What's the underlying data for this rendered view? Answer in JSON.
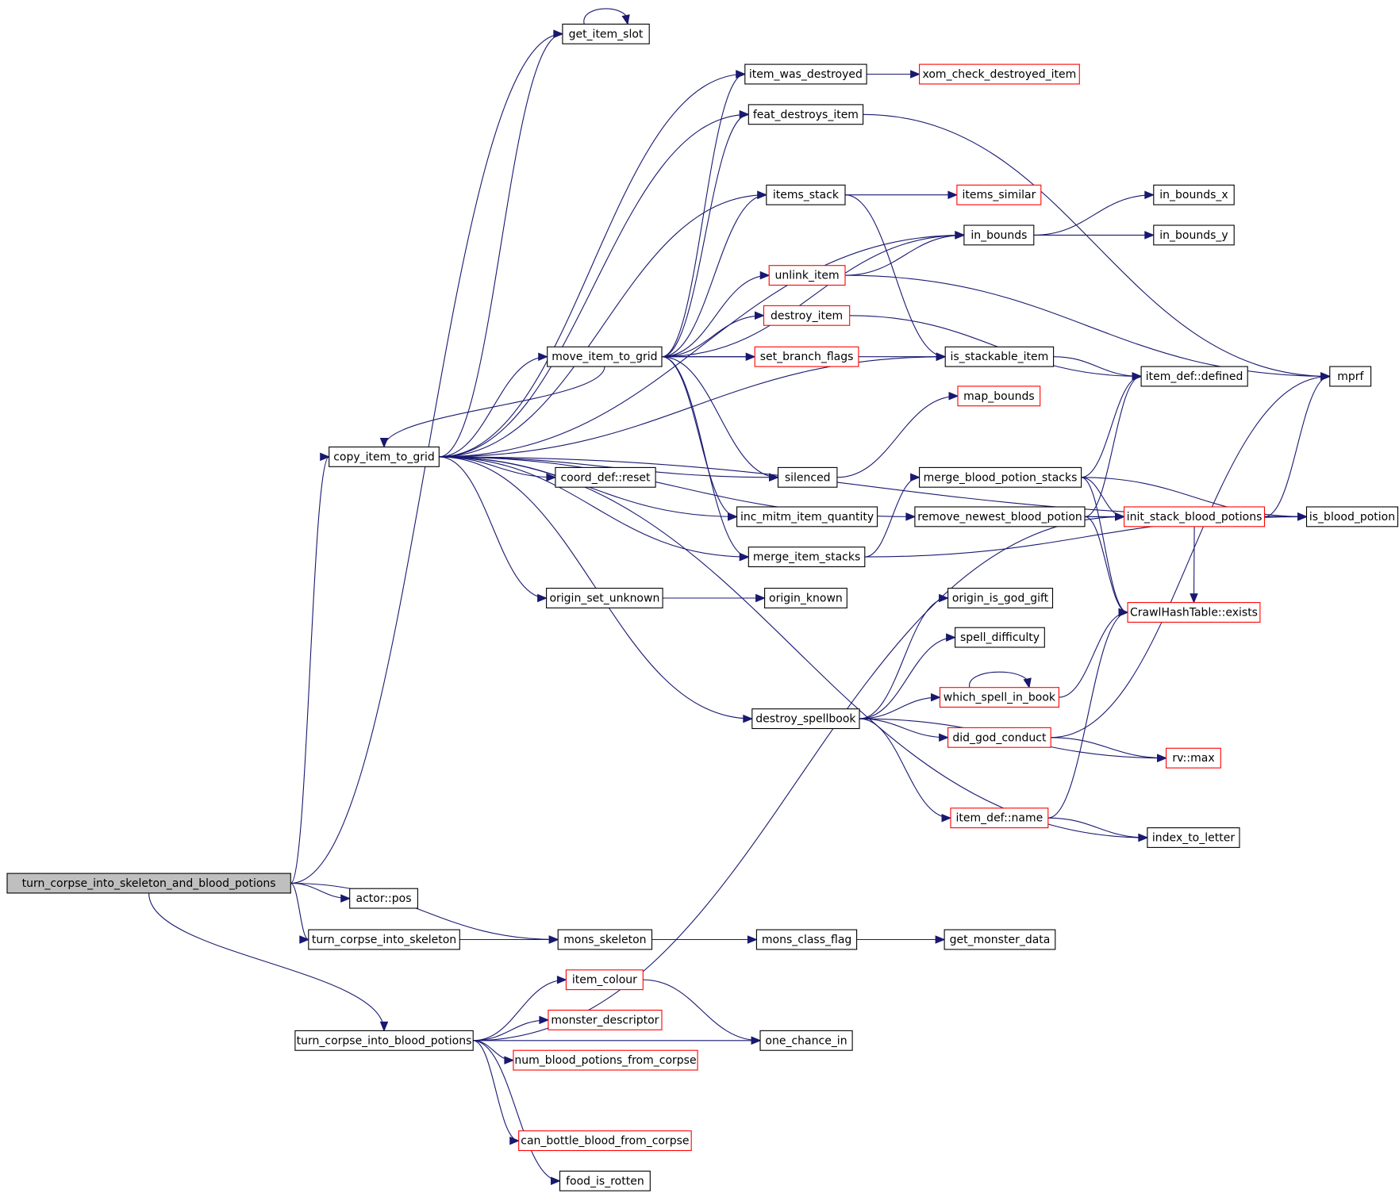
{
  "diagram": {
    "type": "call-graph",
    "colors": {
      "edge": "#191970",
      "node_border": "#000000",
      "node_border_truncated": "#ff0000",
      "root_fill": "#bfbfbf",
      "node_fill": "#ffffff"
    },
    "nodes": [
      {
        "id": "root",
        "label": "turn_corpse_into_skeleton_and_blood_potions",
        "style": "root"
      },
      {
        "id": "get_item_slot",
        "label": "get_item_slot",
        "style": "normal"
      },
      {
        "id": "item_was_destroyed",
        "label": "item_was_destroyed",
        "style": "normal"
      },
      {
        "id": "xom_check_destroyed_item",
        "label": "xom_check_destroyed_item",
        "style": "truncated"
      },
      {
        "id": "feat_destroys_item",
        "label": "feat_destroys_item",
        "style": "normal"
      },
      {
        "id": "items_stack",
        "label": "items_stack",
        "style": "normal"
      },
      {
        "id": "items_similar",
        "label": "items_similar",
        "style": "truncated"
      },
      {
        "id": "in_bounds_x",
        "label": "in_bounds_x",
        "style": "normal"
      },
      {
        "id": "in_bounds",
        "label": "in_bounds",
        "style": "normal"
      },
      {
        "id": "in_bounds_y",
        "label": "in_bounds_y",
        "style": "normal"
      },
      {
        "id": "unlink_item",
        "label": "unlink_item",
        "style": "truncated"
      },
      {
        "id": "destroy_item",
        "label": "destroy_item",
        "style": "truncated"
      },
      {
        "id": "move_item_to_grid",
        "label": "move_item_to_grid",
        "style": "normal"
      },
      {
        "id": "set_branch_flags",
        "label": "set_branch_flags",
        "style": "truncated"
      },
      {
        "id": "is_stackable_item",
        "label": "is_stackable_item",
        "style": "normal"
      },
      {
        "id": "item_def_defined",
        "label": "item_def::defined",
        "style": "normal"
      },
      {
        "id": "mprf",
        "label": "mprf",
        "style": "normal"
      },
      {
        "id": "map_bounds",
        "label": "map_bounds",
        "style": "truncated"
      },
      {
        "id": "copy_item_to_grid",
        "label": "copy_item_to_grid",
        "style": "normal"
      },
      {
        "id": "coord_def_reset",
        "label": "coord_def::reset",
        "style": "normal"
      },
      {
        "id": "silenced",
        "label": "silenced",
        "style": "normal"
      },
      {
        "id": "merge_blood_potion_stacks",
        "label": "merge_blood_potion_stacks",
        "style": "normal"
      },
      {
        "id": "inc_mitm_item_quantity",
        "label": "inc_mitm_item_quantity",
        "style": "normal"
      },
      {
        "id": "remove_newest_blood_potion",
        "label": "remove_newest_blood_potion",
        "style": "normal"
      },
      {
        "id": "init_stack_blood_potions",
        "label": "init_stack_blood_potions",
        "style": "truncated"
      },
      {
        "id": "is_blood_potion",
        "label": "is_blood_potion",
        "style": "normal"
      },
      {
        "id": "merge_item_stacks",
        "label": "merge_item_stacks",
        "style": "normal"
      },
      {
        "id": "origin_set_unknown",
        "label": "origin_set_unknown",
        "style": "normal"
      },
      {
        "id": "origin_known",
        "label": "origin_known",
        "style": "normal"
      },
      {
        "id": "origin_is_god_gift",
        "label": "origin_is_god_gift",
        "style": "normal"
      },
      {
        "id": "crawlhash_exists",
        "label": "CrawlHashTable::exists",
        "style": "truncated"
      },
      {
        "id": "spell_difficulty",
        "label": "spell_difficulty",
        "style": "normal"
      },
      {
        "id": "which_spell_in_book",
        "label": "which_spell_in_book",
        "style": "truncated"
      },
      {
        "id": "destroy_spellbook",
        "label": "destroy_spellbook",
        "style": "normal"
      },
      {
        "id": "did_god_conduct",
        "label": "did_god_conduct",
        "style": "truncated"
      },
      {
        "id": "rv_max",
        "label": "rv::max",
        "style": "truncated"
      },
      {
        "id": "item_def_name",
        "label": "item_def::name",
        "style": "truncated"
      },
      {
        "id": "index_to_letter",
        "label": "index_to_letter",
        "style": "normal"
      },
      {
        "id": "actor_pos",
        "label": "actor::pos",
        "style": "normal"
      },
      {
        "id": "turn_corpse_into_skeleton",
        "label": "turn_corpse_into_skeleton",
        "style": "normal"
      },
      {
        "id": "mons_skeleton",
        "label": "mons_skeleton",
        "style": "normal"
      },
      {
        "id": "mons_class_flag",
        "label": "mons_class_flag",
        "style": "normal"
      },
      {
        "id": "get_monster_data",
        "label": "get_monster_data",
        "style": "normal"
      },
      {
        "id": "item_colour",
        "label": "item_colour",
        "style": "truncated"
      },
      {
        "id": "monster_descriptor",
        "label": "monster_descriptor",
        "style": "truncated"
      },
      {
        "id": "one_chance_in",
        "label": "one_chance_in",
        "style": "normal"
      },
      {
        "id": "turn_corpse_into_blood_potions",
        "label": "turn_corpse_into_blood_potions",
        "style": "normal"
      },
      {
        "id": "num_blood_potions_from_corpse",
        "label": "num_blood_potions_from_corpse",
        "style": "truncated"
      },
      {
        "id": "can_bottle_blood_from_corpse",
        "label": "can_bottle_blood_from_corpse",
        "style": "truncated"
      },
      {
        "id": "food_is_rotten",
        "label": "food_is_rotten",
        "style": "normal"
      }
    ],
    "edges": [
      [
        "root",
        "get_item_slot"
      ],
      [
        "root",
        "copy_item_to_grid"
      ],
      [
        "root",
        "actor_pos"
      ],
      [
        "root",
        "mons_skeleton"
      ],
      [
        "root",
        "turn_corpse_into_skeleton"
      ],
      [
        "root",
        "turn_corpse_into_blood_potions"
      ],
      [
        "get_item_slot",
        "get_item_slot"
      ],
      [
        "item_was_destroyed",
        "xom_check_destroyed_item"
      ],
      [
        "feat_destroys_item",
        "mprf"
      ],
      [
        "items_stack",
        "items_similar"
      ],
      [
        "items_stack",
        "is_stackable_item"
      ],
      [
        "in_bounds",
        "in_bounds_x"
      ],
      [
        "in_bounds",
        "in_bounds_y"
      ],
      [
        "unlink_item",
        "in_bounds"
      ],
      [
        "unlink_item",
        "mprf"
      ],
      [
        "destroy_item",
        "item_def_defined"
      ],
      [
        "is_stackable_item",
        "item_def_defined"
      ],
      [
        "move_item_to_grid",
        "item_was_destroyed"
      ],
      [
        "move_item_to_grid",
        "feat_destroys_item"
      ],
      [
        "move_item_to_grid",
        "items_stack"
      ],
      [
        "move_item_to_grid",
        "in_bounds"
      ],
      [
        "move_item_to_grid",
        "unlink_item"
      ],
      [
        "move_item_to_grid",
        "destroy_item"
      ],
      [
        "move_item_to_grid",
        "set_branch_flags"
      ],
      [
        "move_item_to_grid",
        "is_stackable_item"
      ],
      [
        "move_item_to_grid",
        "silenced"
      ],
      [
        "move_item_to_grid",
        "inc_mitm_item_quantity"
      ],
      [
        "move_item_to_grid",
        "merge_item_stacks"
      ],
      [
        "move_item_to_grid",
        "copy_item_to_grid"
      ],
      [
        "copy_item_to_grid",
        "get_item_slot"
      ],
      [
        "copy_item_to_grid",
        "item_was_destroyed"
      ],
      [
        "copy_item_to_grid",
        "feat_destroys_item"
      ],
      [
        "copy_item_to_grid",
        "items_stack"
      ],
      [
        "copy_item_to_grid",
        "in_bounds"
      ],
      [
        "copy_item_to_grid",
        "move_item_to_grid"
      ],
      [
        "copy_item_to_grid",
        "is_stackable_item"
      ],
      [
        "copy_item_to_grid",
        "silenced"
      ],
      [
        "copy_item_to_grid",
        "coord_def_reset"
      ],
      [
        "copy_item_to_grid",
        "inc_mitm_item_quantity"
      ],
      [
        "copy_item_to_grid",
        "merge_item_stacks"
      ],
      [
        "copy_item_to_grid",
        "origin_set_unknown"
      ],
      [
        "copy_item_to_grid",
        "remove_newest_blood_potion"
      ],
      [
        "copy_item_to_grid",
        "destroy_spellbook"
      ],
      [
        "copy_item_to_grid",
        "index_to_letter"
      ],
      [
        "copy_item_to_grid",
        "is_blood_potion"
      ],
      [
        "silenced",
        "map_bounds"
      ],
      [
        "merge_item_stacks",
        "merge_blood_potion_stacks"
      ],
      [
        "merge_item_stacks",
        "is_blood_potion"
      ],
      [
        "merge_blood_potion_stacks",
        "item_def_defined"
      ],
      [
        "merge_blood_potion_stacks",
        "init_stack_blood_potions"
      ],
      [
        "merge_blood_potion_stacks",
        "is_blood_potion"
      ],
      [
        "merge_blood_potion_stacks",
        "crawlhash_exists"
      ],
      [
        "remove_newest_blood_potion",
        "item_def_defined"
      ],
      [
        "remove_newest_blood_potion",
        "init_stack_blood_potions"
      ],
      [
        "remove_newest_blood_potion",
        "is_blood_potion"
      ],
      [
        "remove_newest_blood_potion",
        "crawlhash_exists"
      ],
      [
        "init_stack_blood_potions",
        "is_blood_potion"
      ],
      [
        "init_stack_blood_potions",
        "mprf"
      ],
      [
        "init_stack_blood_potions",
        "crawlhash_exists"
      ],
      [
        "origin_set_unknown",
        "origin_known"
      ],
      [
        "destroy_spellbook",
        "origin_is_god_gift"
      ],
      [
        "destroy_spellbook",
        "spell_difficulty"
      ],
      [
        "destroy_spellbook",
        "which_spell_in_book"
      ],
      [
        "destroy_spellbook",
        "did_god_conduct"
      ],
      [
        "destroy_spellbook",
        "rv_max"
      ],
      [
        "destroy_spellbook",
        "item_def_name"
      ],
      [
        "which_spell_in_book",
        "which_spell_in_book"
      ],
      [
        "which_spell_in_book",
        "crawlhash_exists"
      ],
      [
        "did_god_conduct",
        "mprf"
      ],
      [
        "did_god_conduct",
        "rv_max"
      ],
      [
        "item_def_name",
        "crawlhash_exists"
      ],
      [
        "item_def_name",
        "index_to_letter"
      ],
      [
        "turn_corpse_into_skeleton",
        "mons_skeleton"
      ],
      [
        "mons_skeleton",
        "mons_class_flag"
      ],
      [
        "mons_class_flag",
        "get_monster_data"
      ],
      [
        "turn_corpse_into_blood_potions",
        "item_colour"
      ],
      [
        "turn_corpse_into_blood_potions",
        "monster_descriptor"
      ],
      [
        "turn_corpse_into_blood_potions",
        "num_blood_potions_from_corpse"
      ],
      [
        "turn_corpse_into_blood_potions",
        "one_chance_in"
      ],
      [
        "turn_corpse_into_blood_potions",
        "can_bottle_blood_from_corpse"
      ],
      [
        "turn_corpse_into_blood_potions",
        "food_is_rotten"
      ],
      [
        "turn_corpse_into_blood_potions",
        "init_stack_blood_potions"
      ],
      [
        "item_colour",
        "one_chance_in"
      ]
    ]
  }
}
